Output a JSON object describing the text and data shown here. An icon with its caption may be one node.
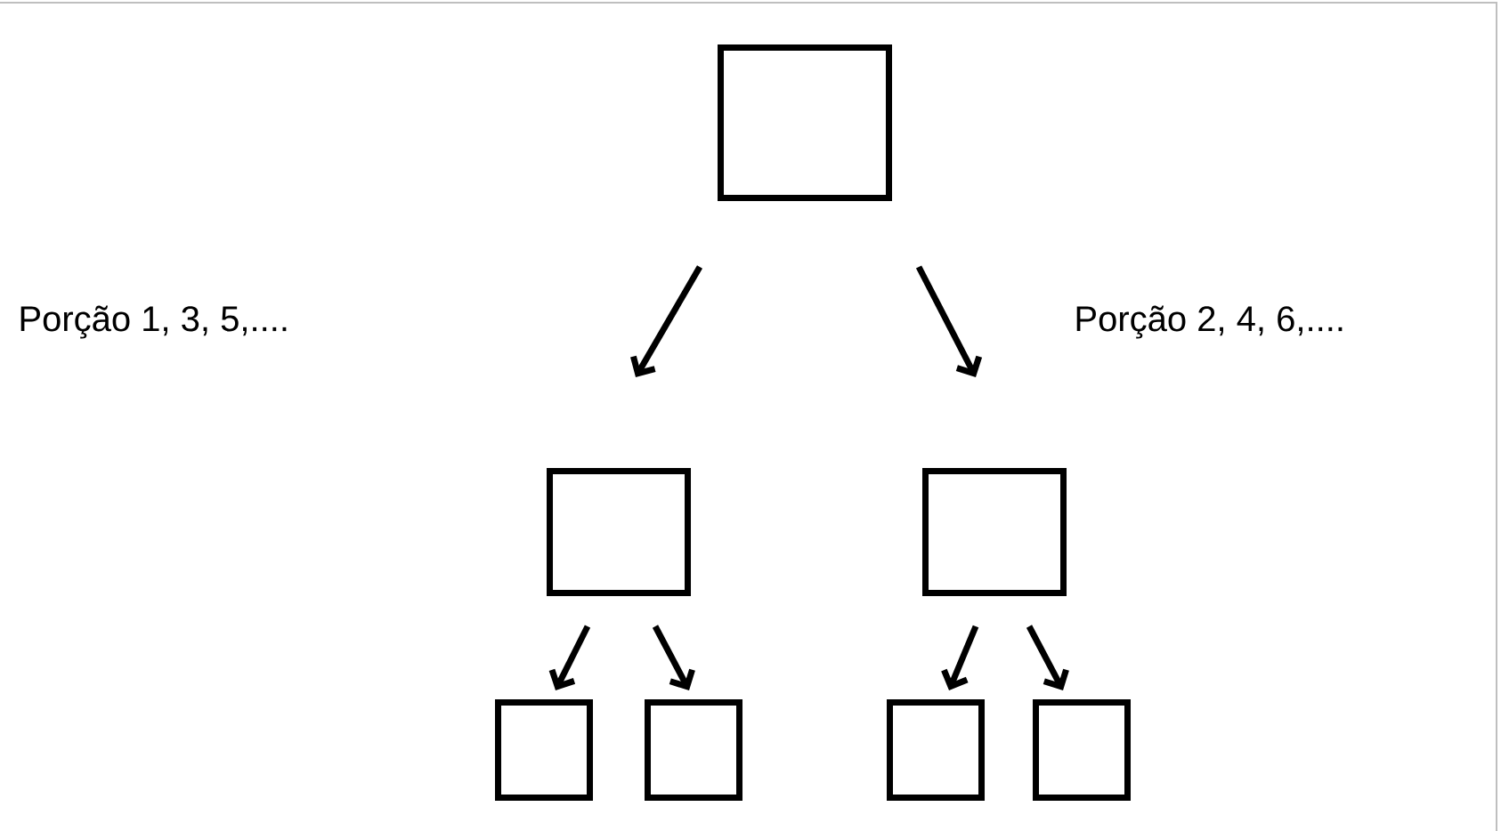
{
  "diagram": {
    "nodes": [
      {
        "text": [],
        "shape": "box"
      },
      {
        "text": [],
        "shape": "box"
      },
      {
        "text": [],
        "shape": "box"
      },
      {
        "text": [],
        "shape": "box"
      },
      {
        "text": [],
        "shape": "box"
      },
      {
        "text": [],
        "shape": "box"
      },
      {
        "text": [],
        "shape": "box"
      }
    ],
    "edges": [
      {
        "from": 0,
        "to": 1,
        "arrow": "to"
      },
      {
        "from": 0,
        "to": 2,
        "arrow": "to"
      },
      {
        "from": 1,
        "to": 3,
        "arrow": "to"
      },
      {
        "from": 1,
        "to": 4,
        "arrow": "to"
      },
      {
        "from": 2,
        "to": 5,
        "arrow": "to"
      },
      {
        "from": 2,
        "to": 6,
        "arrow": "to"
      }
    ],
    "labels": [
      "Porção 1, 3, 5,....",
      "Porção 2, 4, 6,...."
    ]
  }
}
